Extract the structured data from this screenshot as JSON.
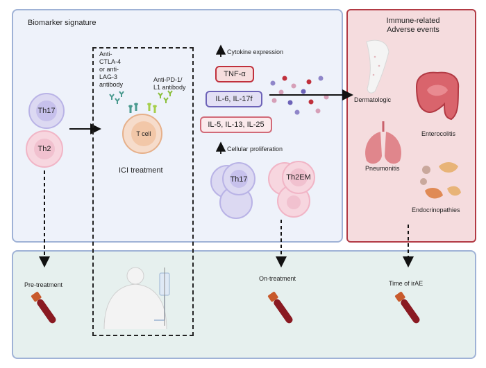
{
  "panels": {
    "biomarker_title": "Biomarker signature",
    "ae_title_line1": "Immune-related",
    "ae_title_line2": "Adverse events"
  },
  "cells": {
    "th17_left": "Th17",
    "th2_left": "Th2",
    "tcell": "T cell",
    "th17_right": "Th17",
    "th2em_right": "Th2EM"
  },
  "treatment": {
    "ctla4_line1": "Anti-",
    "ctla4_line2": "CTLA-4",
    "ctla4_line3": "or anti-",
    "ctla4_line4": "LAG-3",
    "ctla4_line5": "antibody",
    "pd1_line1": "Anti-PD-1/",
    "pd1_line2": "L1 antibody",
    "ici_label": "ICI treatment"
  },
  "cytokines": {
    "expression_label": "Cytokine expression",
    "proliferation_label": "Cellular proliferation",
    "tnf": "TNF-α",
    "il6": "IL-6, IL-17f",
    "il5": "IL-5, IL-13, IL-25"
  },
  "adverse_events": {
    "dermatologic": "Dermatologic",
    "enterocolitis": "Enterocolitis",
    "pneumonitis": "Pneumonitis",
    "endocrinopathies": "Endocrinopathies"
  },
  "timepoints": {
    "pre": "Pre-treatment",
    "on": "On-treatment",
    "irae": "Time of irAE"
  },
  "colors": {
    "blue_panel": "#eef2fa",
    "ae_panel": "#f5dcde",
    "bottom_panel": "#e6f0ee",
    "ae_border": "#b23a44",
    "th17_purple": "#b9b3e6",
    "th2_pink": "#f1b5c6",
    "tcell_peach": "#f2c7a8",
    "tnf_red": "#c0303c",
    "il6_purple": "#6d63b8",
    "tube_red": "#8a1a22",
    "tube_cap": "#c85a2c"
  }
}
